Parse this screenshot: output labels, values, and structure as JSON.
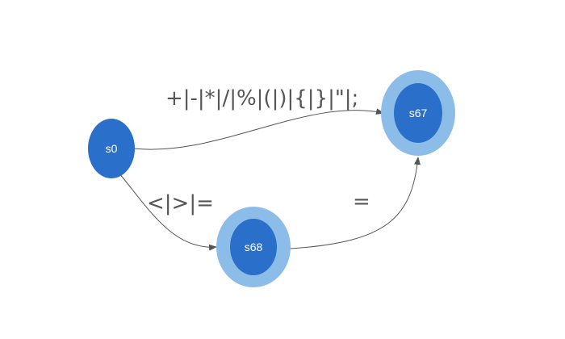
{
  "colors": {
    "state_fill": "#2a6fc9",
    "accept_ring": "#8bbde8",
    "edge": "#555555",
    "label": "#555555"
  },
  "states": {
    "s0": {
      "label": "s0",
      "accepting": false
    },
    "s67": {
      "label": "s67",
      "accepting": true
    },
    "s68": {
      "label": "s68",
      "accepting": true
    }
  },
  "transitions": [
    {
      "from": "s0",
      "to": "s67",
      "label": "+|-|*|/|%|(|)|{|}|\"|;"
    },
    {
      "from": "s0",
      "to": "s68",
      "label": "<|>|="
    },
    {
      "from": "s68",
      "to": "s67",
      "label": "="
    }
  ]
}
